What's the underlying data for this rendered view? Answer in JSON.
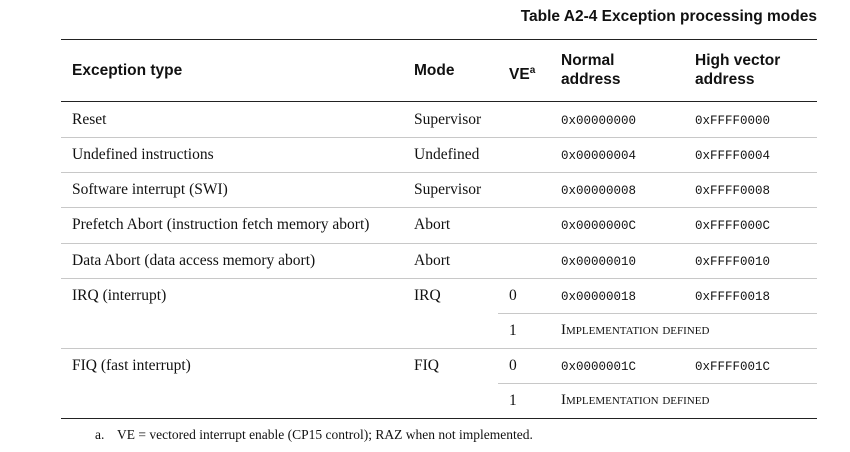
{
  "table": {
    "title": "Table A2-4 Exception processing modes",
    "headers": {
      "exception_type": "Exception type",
      "mode": "Mode",
      "ve": "VE",
      "ve_mark": "a",
      "normal_1": "Normal",
      "normal_2": "address",
      "high_1": "High vector",
      "high_2": "address"
    },
    "rows": [
      {
        "type": "Reset",
        "mode": "Supervisor",
        "ve": "",
        "normal": "0x00000000",
        "high": "0xFFFF0000"
      },
      {
        "type": "Undefined instructions",
        "mode": "Undefined",
        "ve": "",
        "normal": "0x00000004",
        "high": "0xFFFF0004"
      },
      {
        "type": "Software interrupt (SWI)",
        "mode": "Supervisor",
        "ve": "",
        "normal": "0x00000008",
        "high": "0xFFFF0008"
      },
      {
        "type": "Prefetch Abort (instruction fetch memory abort)",
        "mode": "Abort",
        "ve": "",
        "normal": "0x0000000C",
        "high": "0xFFFF000C"
      },
      {
        "type": "Data Abort (data access memory abort)",
        "mode": "Abort",
        "ve": "",
        "normal": "0x00000010",
        "high": "0xFFFF0010"
      },
      {
        "type": "IRQ (interrupt)",
        "mode": "IRQ",
        "ve": "0",
        "normal": "0x00000018",
        "high": "0xFFFF0018"
      },
      {
        "type": "",
        "mode": "",
        "ve": "1",
        "impl": "Implementation defined"
      },
      {
        "type": "FIQ (fast interrupt)",
        "mode": "FIQ",
        "ve": "0",
        "normal": "0x0000001C",
        "high": "0xFFFF001C"
      },
      {
        "type": "",
        "mode": "",
        "ve": "1",
        "impl": "Implementation defined"
      }
    ],
    "footnote": {
      "label": "a.",
      "text": "VE = vectored interrupt enable (CP15 control); RAZ when not implemented."
    }
  }
}
